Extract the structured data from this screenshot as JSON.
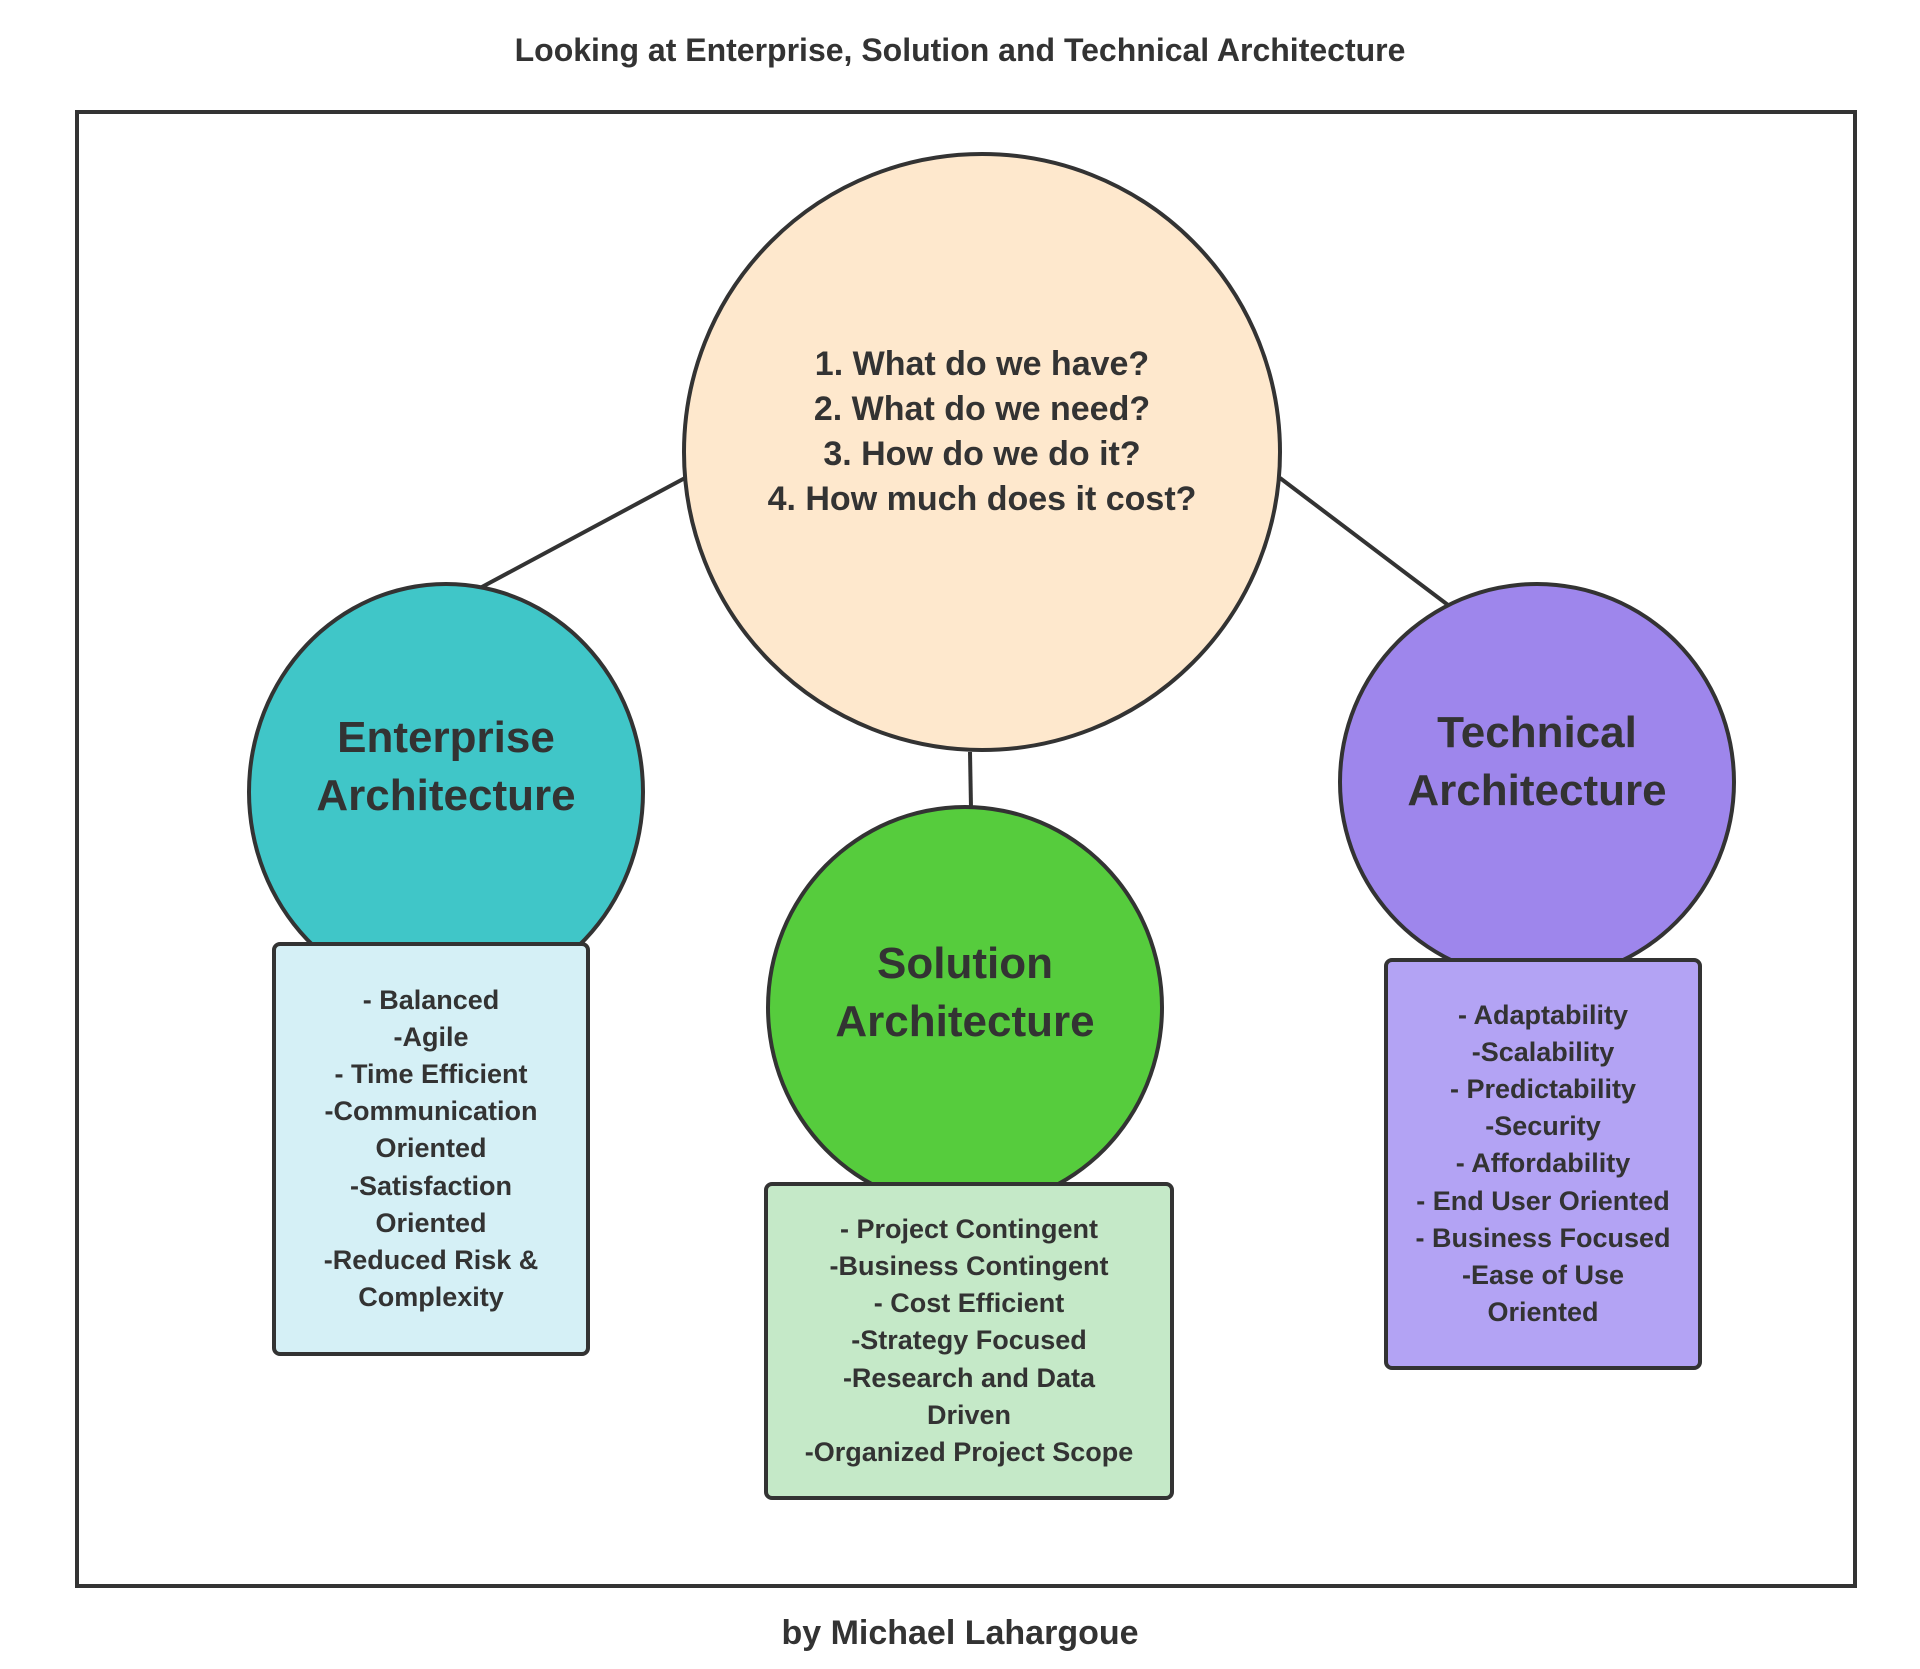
{
  "title": "Looking at Enterprise, Solution and Technical Architecture",
  "author": "by Michael Lahargoue",
  "colors": {
    "outline": "#333333",
    "center_circle": "#fee8cd",
    "enterprise_circle": "#40c6c8",
    "enterprise_box": "#d5f0f6",
    "solution_circle": "#56cc3d",
    "solution_box": "#c5e9c8",
    "technical_circle": "#9e86ec",
    "technical_box": "#b3a3f4"
  },
  "center": {
    "questions": [
      "1. What do we have?",
      "2. What do we need?",
      "3. How do we do it?",
      "4. How much does it cost?"
    ]
  },
  "enterprise": {
    "heading": [
      "Enterprise",
      "Architecture"
    ],
    "traits": [
      "- Balanced",
      "-Agile",
      "- Time Efficient",
      "-Communication",
      "Oriented",
      "-Satisfaction",
      "Oriented",
      "-Reduced Risk &",
      "Complexity"
    ]
  },
  "solution": {
    "heading": [
      "Solution",
      "Architecture"
    ],
    "traits": [
      "- Project Contingent",
      "-Business Contingent",
      "- Cost Efficient",
      "-Strategy Focused",
      "-Research and Data",
      "Driven",
      "-Organized Project Scope"
    ]
  },
  "technical": {
    "heading": [
      "Technical",
      "Architecture"
    ],
    "traits": [
      "- Adaptability",
      "-Scalability",
      "- Predictability",
      "-Security",
      "- Affordability",
      "- End User Oriented",
      "- Business Focused",
      "-Ease of Use",
      "Oriented"
    ]
  }
}
